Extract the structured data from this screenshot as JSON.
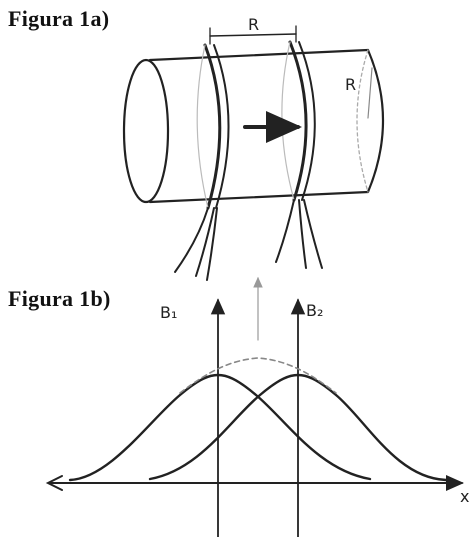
{
  "figure_a": {
    "title": "Figura 1a)",
    "spacing_label": "R",
    "radius_label": "R"
  },
  "figure_b": {
    "title": "Figura 1b)",
    "field_label_1": "B₁",
    "field_label_2": "B₂",
    "axis_label": "x"
  },
  "colors": {
    "ink": "#222222",
    "faint": "#9a9a9a",
    "paper": "#ffffff"
  }
}
